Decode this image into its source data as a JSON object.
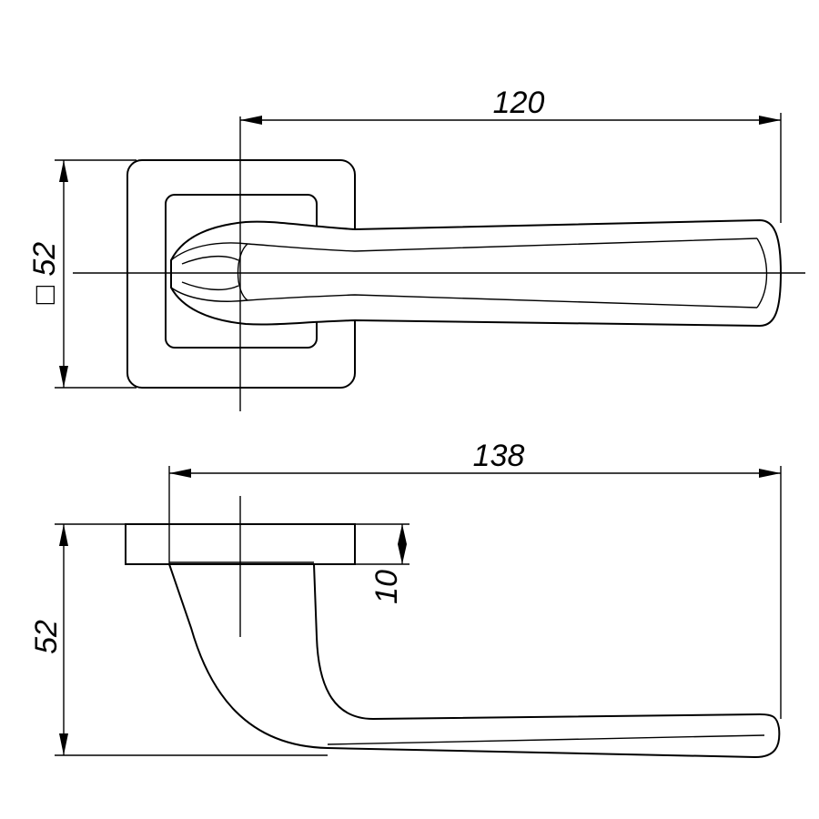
{
  "drawing": {
    "dimensions": {
      "top_view_width": "120",
      "rosette_size_symbol": "□",
      "rosette_size": "52",
      "side_view_length": "138",
      "rosette_thickness": "10",
      "side_view_height": "52"
    }
  }
}
